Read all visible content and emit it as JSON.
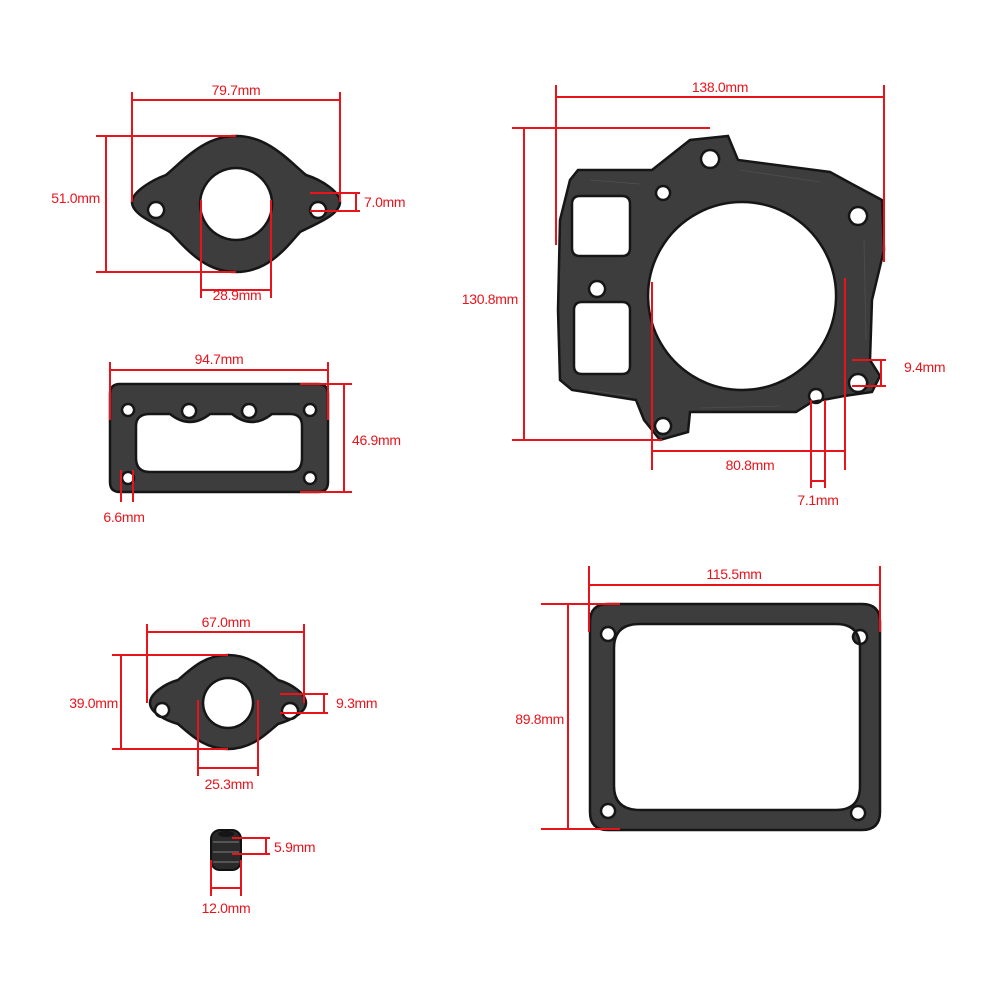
{
  "colors": {
    "dimension": "#e8141c",
    "gasket": "#3d3d3d",
    "background": "#ffffff"
  },
  "parts": {
    "intake_gasket": {
      "width": "79.7mm",
      "height": "51.0mm",
      "hole": "7.0mm",
      "bore": "28.9mm"
    },
    "valve_cover_small": {
      "width": "94.7mm",
      "height": "46.9mm",
      "hole": "6.6mm"
    },
    "carb_gasket": {
      "width": "67.0mm",
      "height": "39.0mm",
      "hole": "9.3mm",
      "bore": "25.3mm"
    },
    "valve_seal": {
      "height": "5.9mm",
      "diameter": "12.0mm"
    },
    "head_gasket": {
      "width": "138.0mm",
      "height": "130.8mm",
      "hole": "9.4mm",
      "bore": "80.8mm",
      "small_hole": "7.1mm"
    },
    "valve_cover_large": {
      "width": "115.5mm",
      "height": "89.8mm"
    }
  }
}
